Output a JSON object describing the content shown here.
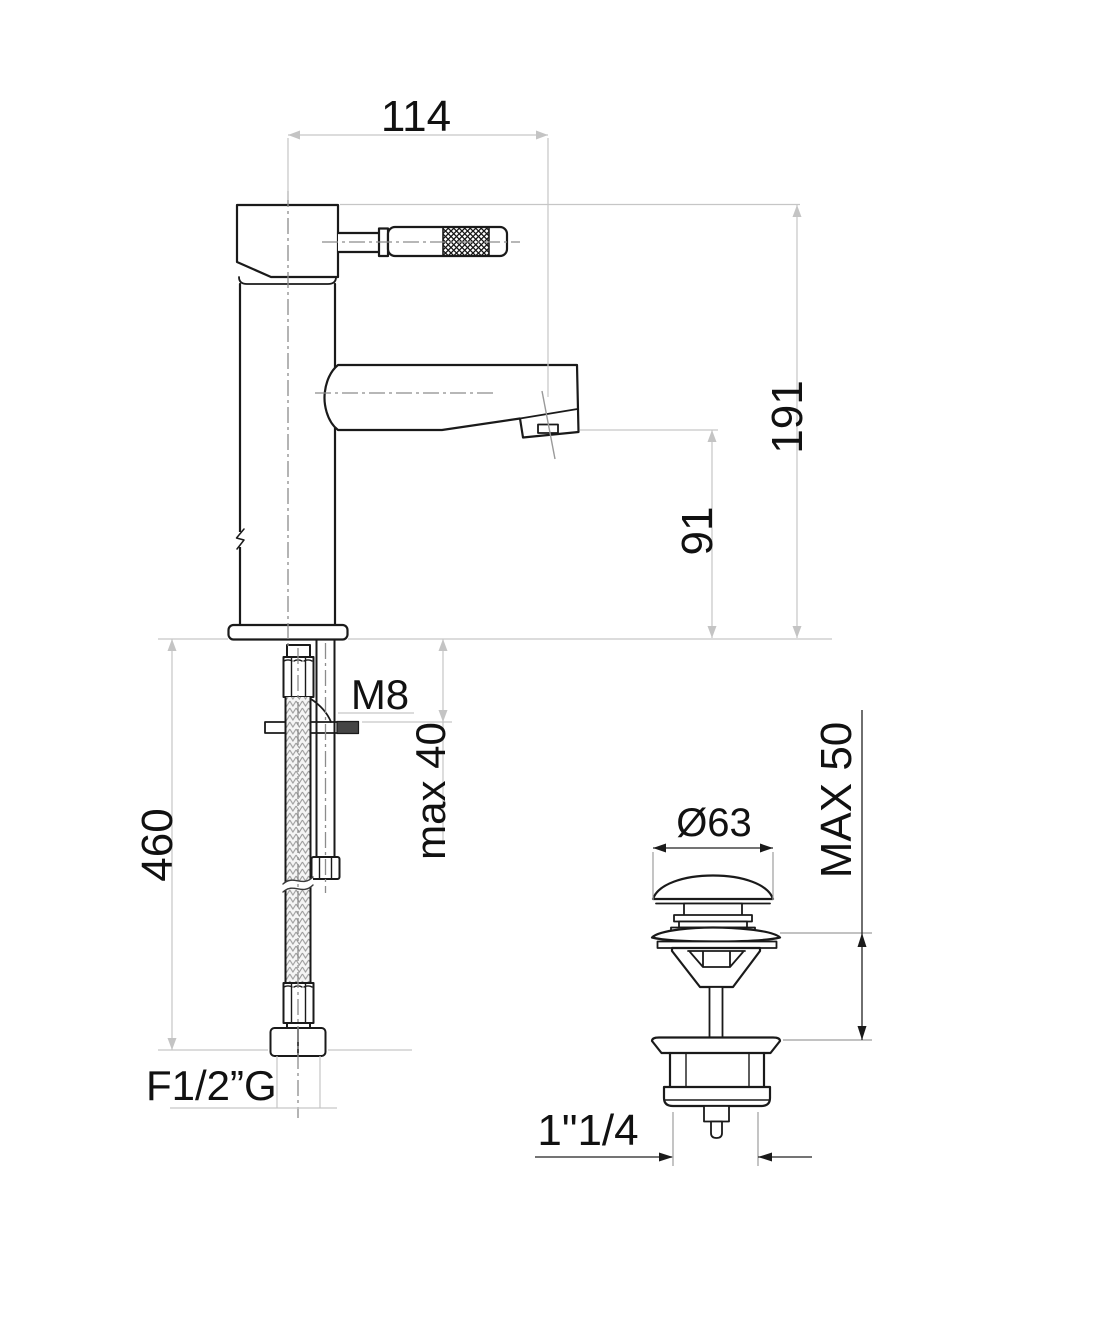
{
  "drawing": {
    "type": "technical-dimension-drawing",
    "subject": "single-lever basin mixer with flexible supply hose and pop-up waste",
    "dimensions": {
      "spout_reach": "114",
      "total_height": "191",
      "spout_height": "91",
      "hose_length": "460",
      "handle_screw_thread": "M8",
      "max_deck_thickness": "max 40",
      "hose_connection": "F1/2”G",
      "waste_cap_diameter": "Ø63",
      "waste_max_height": "MAX 50",
      "waste_thread": "1\"1/4"
    },
    "colors": {
      "outline": "#1a1a1a",
      "dim_light": "#c6c6c6",
      "dim_dark": "#222222",
      "extension_gray": "#9e9e9e",
      "centerline": "#8c8c8c",
      "washer_fill": "#454545",
      "background": "#ffffff"
    }
  }
}
